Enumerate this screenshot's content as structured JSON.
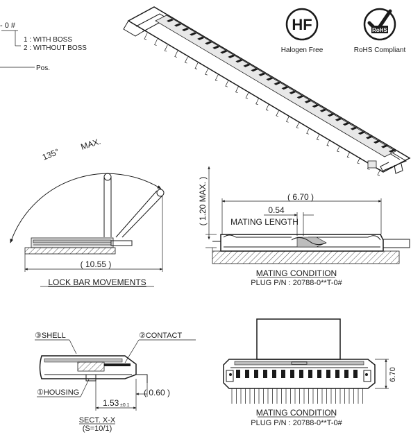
{
  "part_number": {
    "suffix": "- 0 #",
    "option_1": "1 : WITH BOSS",
    "option_2": "2 : WITHOUT BOSS",
    "positions": "Pos."
  },
  "badges": {
    "hf_logo": "HF",
    "hf_label": "Halogen Free",
    "rohs_logo": "RoHS",
    "rohs_label": "RoHS Compliant"
  },
  "lock_bar": {
    "angle": "135°",
    "max": "MAX.",
    "width_dim": "( 10.55 )",
    "caption": "LOCK BAR MOVEMENTS"
  },
  "mating_side": {
    "height_dim": "( 1.20 MAX. )",
    "width_dim": "( 6.70 )",
    "mating_length_dim": "0.54",
    "mating_length_label": "MATING LENGTH",
    "caption": "MATING CONDITION",
    "plug_pn": "PLUG P/N : 20788-0**T-0#"
  },
  "section": {
    "shell": "③SHELL",
    "contact": "②CONTACT",
    "housing": "①HOUSING",
    "dim_a": "( 0.60 )",
    "dim_b": "1.53",
    "tolerance": "±0.1",
    "caption": "SECT. X-X",
    "scale": "(S=10/1)"
  },
  "mating_front": {
    "height_dim": "6.70",
    "caption": "MATING CONDITION",
    "plug_pn": "PLUG P/N : 20788-0**T-0#"
  }
}
